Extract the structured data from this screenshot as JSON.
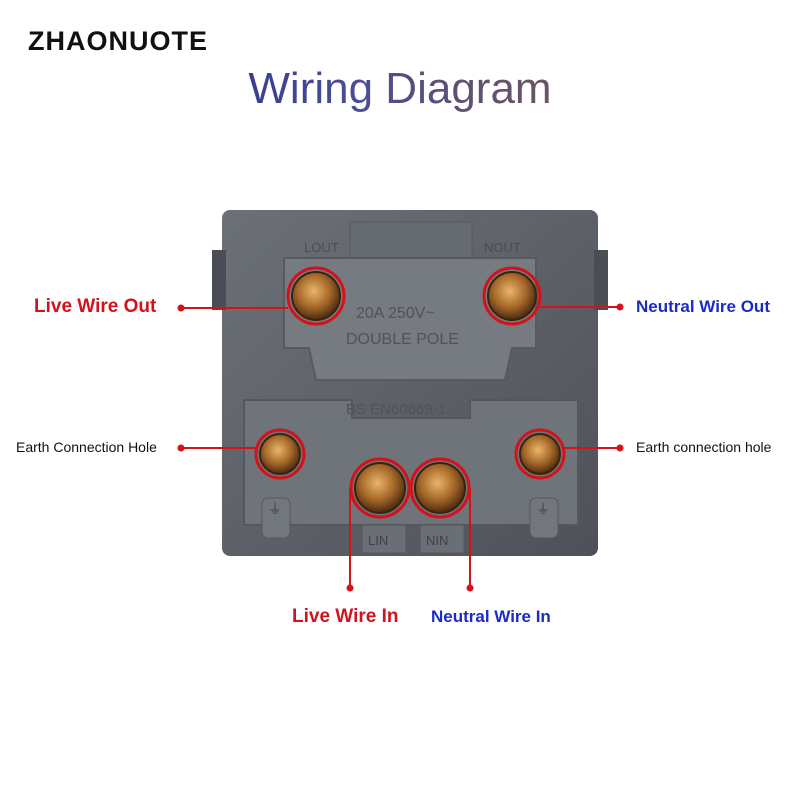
{
  "brand": "ZHAONUOTE",
  "title": "Wiring Diagram",
  "device": {
    "terminal_l_out": "LOUT",
    "terminal_n_out": "NOUT",
    "terminal_l_in": "LIN",
    "terminal_n_in": "NIN",
    "rating": "20A 250V~",
    "pole": "DOUBLE POLE",
    "standard": "BS EN60669-1"
  },
  "labels": {
    "live_wire_out": "Live Wire Out",
    "neutral_wire_out": "Neutral Wire Out",
    "earth_left": "Earth Connection Hole",
    "earth_right": "Earth connection hole",
    "live_wire_in": "Live Wire In",
    "neutral_wire_in": "Neutral Wire In"
  },
  "colors": {
    "callout_red": "#d4121a",
    "label_blue": "#1a2bc8",
    "housing": "#5d6168"
  }
}
